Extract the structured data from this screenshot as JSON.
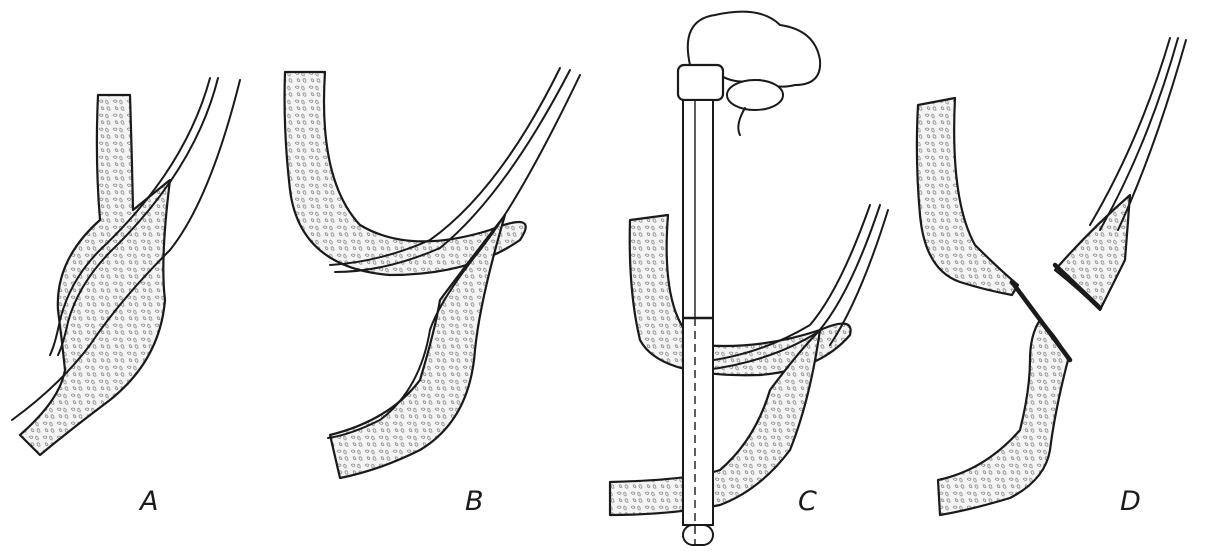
{
  "panels": [
    {
      "id": "A",
      "label": "A"
    },
    {
      "id": "B",
      "label": "B"
    },
    {
      "id": "C",
      "label": "C"
    },
    {
      "id": "D",
      "label": "D"
    }
  ],
  "colors": {
    "line": "#1a1a1a",
    "background": "#ffffff",
    "texture": "#8a8a8a"
  }
}
